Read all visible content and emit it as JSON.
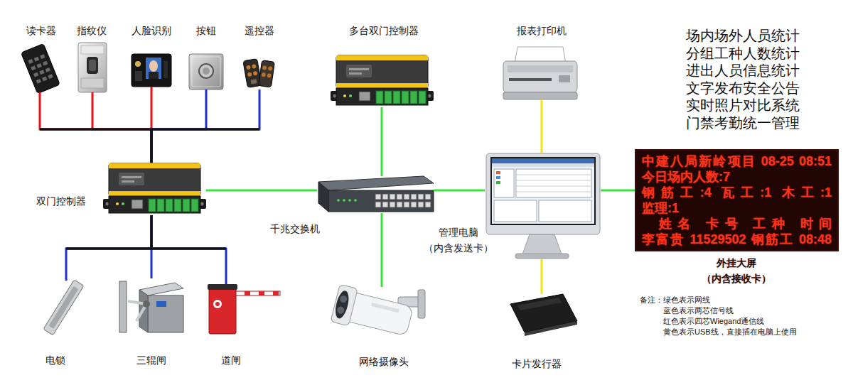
{
  "diagram": {
    "nodes": [
      {
        "text": [
          "读卡器"
        ]
      },
      {
        "text": [
          "指纹仪"
        ]
      },
      {
        "text": [
          "人脸识别"
        ]
      },
      {
        "text": [
          "按钮"
        ]
      },
      {
        "text": [
          "遥控器"
        ]
      },
      {
        "text": [
          "多台双门控制器"
        ]
      },
      {
        "text": [
          "报表打印机"
        ]
      },
      {
        "text": [
          "双门控制器"
        ]
      },
      {
        "text": [
          "千兆交换机"
        ]
      },
      {
        "text": [
          "管理电脑 （内含发送卡）"
        ]
      },
      {
        "text": [
          "中建八局新岭项目 08-25 08:51",
          "今日场内人数:7",
          "钢筋工:4 瓦工:1 木工:1",
          "监理:1",
          "姓名 卡号 工种 时间",
          "李富贵 11529502 钢筋工 08:48",
          "外挂大屏 （内含接收卡）"
        ]
      },
      {
        "text": [
          "电锁"
        ]
      },
      {
        "text": [
          "三辊闸"
        ]
      },
      {
        "text": [
          "道闸"
        ]
      },
      {
        "text": [
          "网络摄像头"
        ]
      },
      {
        "text": [
          "卡片发行器"
        ]
      }
    ],
    "edges": [
      {
        "from": 0,
        "to": 7,
        "arrow": "none"
      },
      {
        "from": 1,
        "to": 7,
        "arrow": "none"
      },
      {
        "from": 2,
        "to": 7,
        "arrow": "none"
      },
      {
        "from": 3,
        "to": 7,
        "arrow": "none"
      },
      {
        "from": 4,
        "to": 7,
        "arrow": "none"
      },
      {
        "from": 7,
        "to": 11,
        "arrow": "none"
      },
      {
        "from": 7,
        "to": 12,
        "arrow": "none"
      },
      {
        "from": 7,
        "to": 13,
        "arrow": "none"
      },
      {
        "from": 7,
        "to": 8,
        "arrow": "none"
      },
      {
        "from": 5,
        "to": 8,
        "arrow": "none"
      },
      {
        "from": 8,
        "to": 14,
        "arrow": "none"
      },
      {
        "from": 8,
        "to": 9,
        "arrow": "none"
      },
      {
        "from": 9,
        "to": 6,
        "arrow": "none"
      },
      {
        "from": 9,
        "to": 15,
        "arrow": "none"
      },
      {
        "from": 9,
        "to": 10,
        "arrow": "none"
      }
    ],
    "labels": [
      "场内场外人员统计",
      "分组工种人数统计",
      "进出人员信息统计",
      "文字发布安全公告",
      "实时照片对比系统",
      "门禁考勤统一管理",
      "备注：绿色表示网线",
      "蓝色表示两芯信号线",
      "红色表示四芯Wiegand通信线",
      "黄色表示USB线，直接插在电脑上使用"
    ]
  }
}
